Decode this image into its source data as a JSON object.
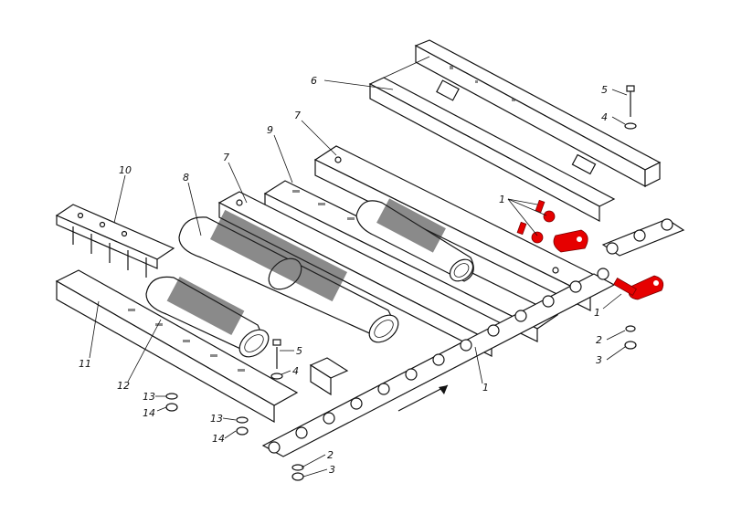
{
  "callouts": {
    "c1a": "1",
    "c1b": "1",
    "c1c": "1",
    "c2a": "2",
    "c2b": "2",
    "c3a": "3",
    "c3b": "3",
    "c4a": "4",
    "c4b": "4",
    "c5a": "5",
    "c5b": "5",
    "c6": "6",
    "c7a": "7",
    "c7b": "7",
    "c8": "8",
    "c9": "9",
    "c10": "10",
    "c11": "11",
    "c12": "12",
    "c13a": "13",
    "c13b": "13",
    "c14a": "14",
    "c14b": "14"
  },
  "colors": {
    "highlight": "#e60000",
    "ink": "#111111",
    "paper": "#ffffff"
  },
  "parts": [
    "rail-6",
    "rail-7",
    "rail-9",
    "rail-10",
    "rail-11",
    "roller-8",
    "roller-12",
    "chain",
    "highlighted-links"
  ]
}
